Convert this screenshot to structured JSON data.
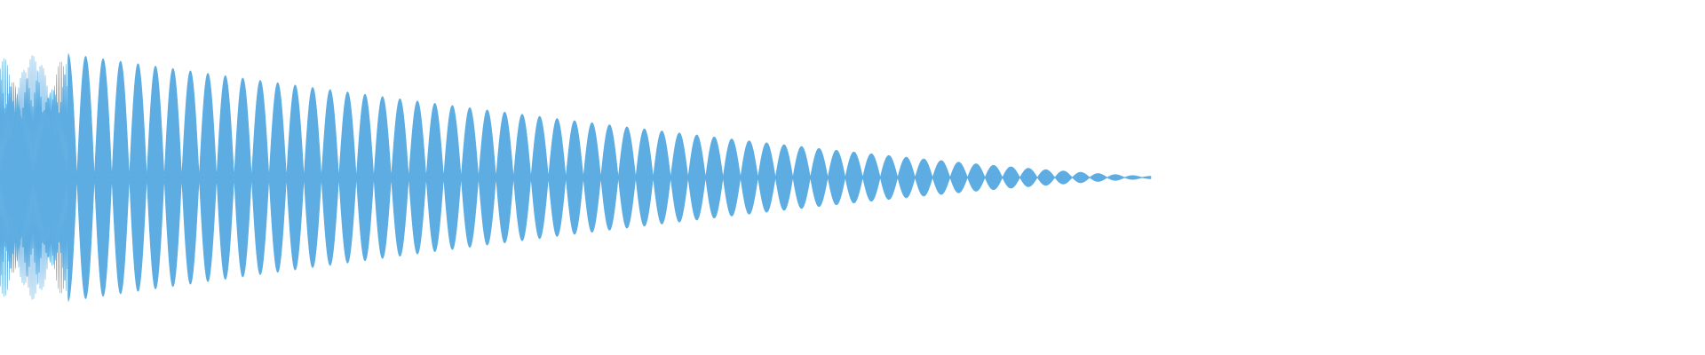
{
  "waveform": {
    "color": "#5dade2",
    "background": "#ffffff",
    "icon": "waveform-icon",
    "envelope": {
      "attack_fraction": 0.04,
      "peak_level": 1.0,
      "decay_end_fraction": 0.675,
      "end_level": 0.01
    },
    "cycles": 62
  }
}
